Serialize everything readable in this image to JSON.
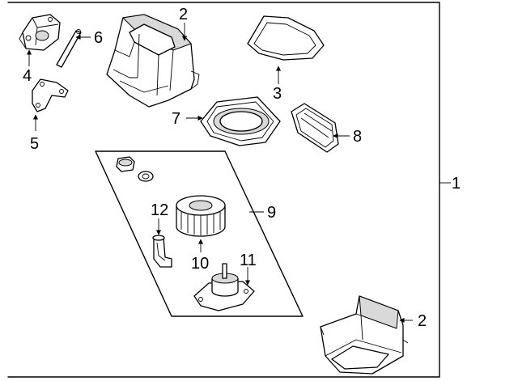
{
  "diagram": {
    "callouts": {
      "c1": "1",
      "c2_top": "2",
      "c2_bottom": "2",
      "c3": "3",
      "c4": "4",
      "c5": "5",
      "c6": "6",
      "c7": "7",
      "c8": "8",
      "c9": "9",
      "c10": "10",
      "c11": "11",
      "c12": "12"
    },
    "colors": {
      "line": "#000000",
      "background": "#ffffff",
      "shade": "#d9d9d9"
    }
  }
}
